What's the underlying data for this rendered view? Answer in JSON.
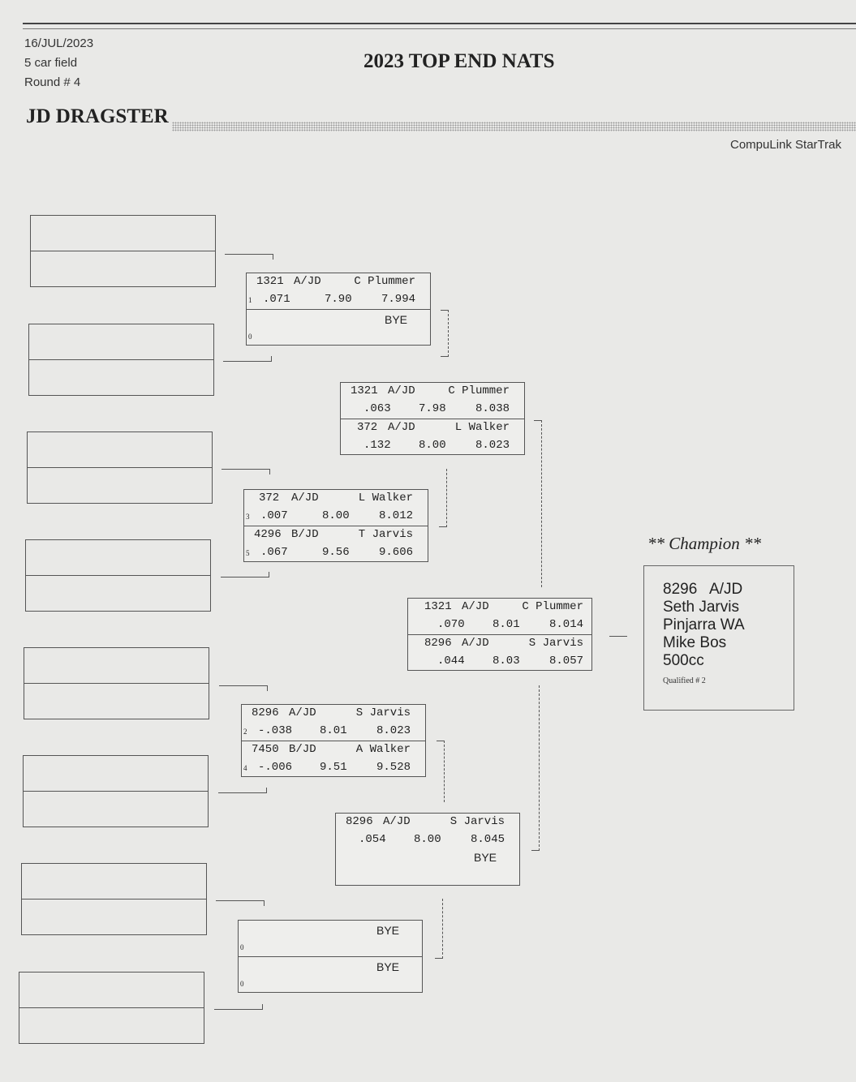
{
  "header": {
    "date": "16/JUL/2023",
    "field": "5 car field",
    "round": "Round # 4",
    "event_title": "2023 TOP END NATS",
    "class_title": "JD DRAGSTER",
    "software": "CompuLink StarTrak"
  },
  "round1": [
    {
      "slot1": {
        "num": "1321",
        "class": "A/JD",
        "driver": "C Plummer",
        "seed": "1",
        "rt": ".071",
        "et": "7.90",
        "speed": "7.994"
      },
      "slot2": {
        "bye": "BYE",
        "seed": "0"
      }
    },
    {
      "slot1": {
        "num": "372",
        "class": "A/JD",
        "driver": "L Walker",
        "seed": "3",
        "rt": ".007",
        "et": "8.00",
        "speed": "8.012"
      },
      "slot2": {
        "num": "4296",
        "class": "B/JD",
        "driver": "T Jarvis",
        "seed": "5",
        "rt": ".067",
        "et": "9.56",
        "speed": "9.606"
      }
    },
    {
      "slot1": {
        "num": "8296",
        "class": "A/JD",
        "driver": "S Jarvis",
        "seed": "2",
        "rt": "-.038",
        "et": "8.01",
        "speed": "8.023"
      },
      "slot2": {
        "num": "7450",
        "class": "B/JD",
        "driver": "A Walker",
        "seed": "4",
        "rt": "-.006",
        "et": "9.51",
        "speed": "9.528"
      }
    },
    {
      "slot1": {
        "bye": "BYE",
        "seed": "0"
      },
      "slot2": {
        "bye": "BYE",
        "seed": "0"
      }
    }
  ],
  "round2": [
    {
      "slot1": {
        "num": "1321",
        "class": "A/JD",
        "driver": "C Plummer",
        "rt": ".063",
        "et": "7.98",
        "speed": "8.038"
      },
      "slot2": {
        "num": "372",
        "class": "A/JD",
        "driver": "L Walker",
        "rt": ".132",
        "et": "8.00",
        "speed": "8.023"
      }
    },
    {
      "slot1": {
        "num": "8296",
        "class": "A/JD",
        "driver": "S Jarvis",
        "rt": ".054",
        "et": "8.00",
        "speed": "8.045"
      },
      "slot2": {
        "bye": "BYE"
      }
    }
  ],
  "final": {
    "slot1": {
      "num": "1321",
      "class": "A/JD",
      "driver": "C Plummer",
      "rt": ".070",
      "et": "8.01",
      "speed": "8.014"
    },
    "slot2": {
      "num": "8296",
      "class": "A/JD",
      "driver": "S Jarvis",
      "rt": ".044",
      "et": "8.03",
      "speed": "8.057"
    }
  },
  "champion": {
    "label": "** Champion **",
    "car": "8296   A/JD",
    "name": "Seth Jarvis",
    "town": "Pinjarra WA",
    "crew": "Mike Bos",
    "engine": "500cc",
    "qualified": "Qualified # 2"
  }
}
